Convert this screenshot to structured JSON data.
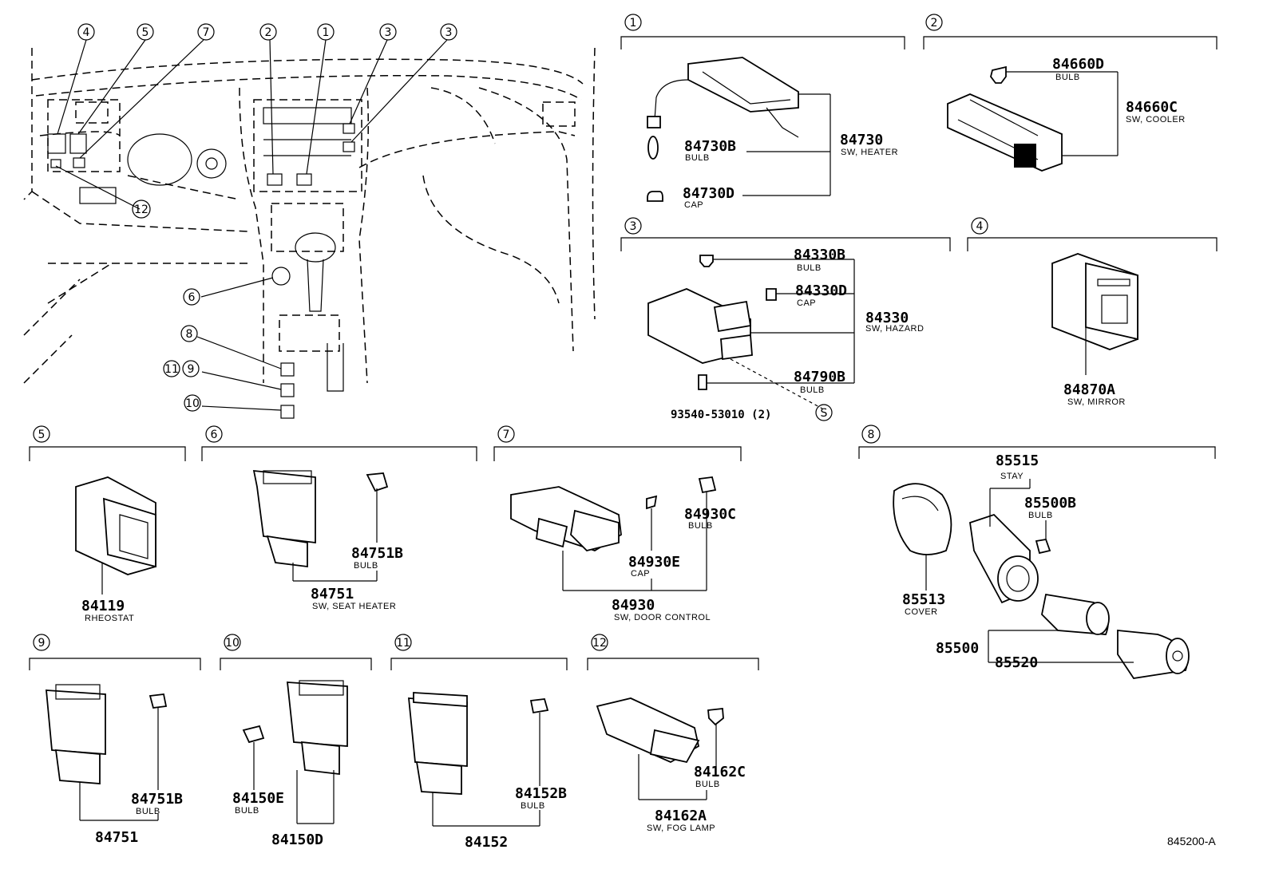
{
  "labels": {
    "c1": "1",
    "c2": "2",
    "c3": "3",
    "c4": "4",
    "c5": "5",
    "c6": "6",
    "c7": "7",
    "c8": "8",
    "c9": "9",
    "c10": "10",
    "c11": "11",
    "c12": "12",
    "s": "S"
  },
  "sec1": {
    "pn_sw": "84730",
    "d_sw": "SW, HEATER",
    "pn_bulb": "84730B",
    "d_bulb": "BULB",
    "pn_cap": "84730D",
    "d_cap": "CAP"
  },
  "sec2": {
    "pn_bulb": "84660D",
    "d_bulb": "BULB",
    "pn_sw": "84660C",
    "d_sw": "SW, COOLER"
  },
  "sec3": {
    "pn_bulb1": "84330B",
    "d_bulb1": "BULB",
    "pn_cap": "84330D",
    "d_cap": "CAP",
    "pn_sw": "84330",
    "d_sw": "SW, HAZARD",
    "pn_bulb2": "84790B",
    "d_bulb2": "BULB",
    "pn_screw": "93540-53010 (2)"
  },
  "sec4": {
    "pn_sw": "84870A",
    "d_sw": "SW, MIRROR"
  },
  "sec5": {
    "pn": "84119",
    "d": "RHEOSTAT"
  },
  "sec6": {
    "pn_bulb": "84751B",
    "d_bulb": "BULB",
    "pn_sw": "84751",
    "d_sw": "SW, SEAT  HEATER"
  },
  "sec7": {
    "pn_bulb": "84930C",
    "d_bulb": "BULB",
    "pn_cap": "84930E",
    "d_cap": "CAP",
    "pn_sw": "84930",
    "d_sw": "SW, DOOR CONTROL"
  },
  "sec8": {
    "pn_stay": "85515",
    "d_stay": "STAY",
    "pn_bulb": "85500B",
    "d_bulb": "BULB",
    "pn_cover": "85513",
    "d_cover": "COVER",
    "pn_assy": "85500",
    "pn_lighter": "85520"
  },
  "sec9": {
    "pn_bulb": "84751B",
    "d_bulb": "BULB",
    "pn_sw": "84751"
  },
  "sec10": {
    "pn_bulb": "84150E",
    "d_bulb": "BULB",
    "pn_sw": "84150D"
  },
  "sec11": {
    "pn_bulb": "84152B",
    "d_bulb": "BULB",
    "pn_sw": "84152"
  },
  "sec12": {
    "pn_bulb": "84162C",
    "d_bulb": "BULB",
    "pn_sw": "84162A",
    "d_sw": "SW, FOG LAMP"
  },
  "drawing_number": "845200-A"
}
